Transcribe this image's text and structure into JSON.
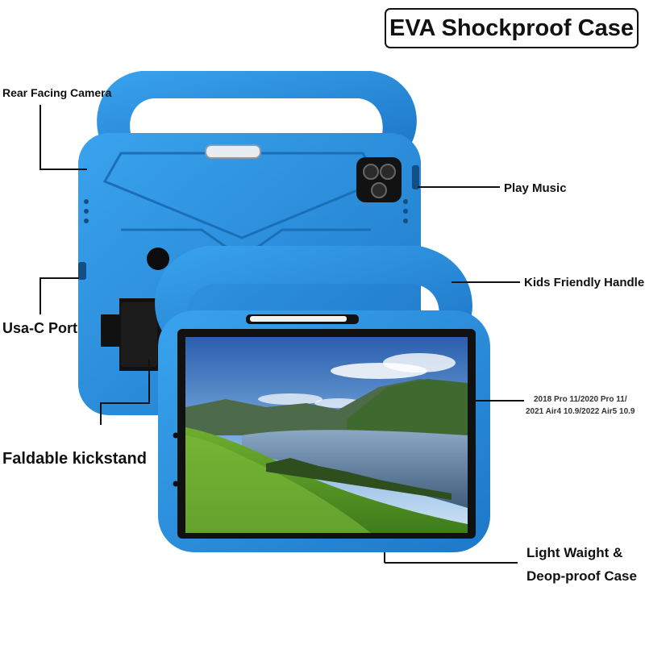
{
  "title": "EVA Shockproof Case",
  "callouts": {
    "rear_camera": "Rear Facing Camera",
    "play_music": "Play Music",
    "kids_handle": "Kids Friendly Handle",
    "usb_port": "Usa-C Port",
    "kickstand": "Faldable kickstand",
    "models_line1": "2018 Pro 11/2020 Pro 11/",
    "models_line2": "2021 Air4 10.9/2022 Air5 10.9",
    "light_line1": "Light Waight &",
    "light_line2": "Deop-proof Case"
  },
  "colors": {
    "case_blue": "#2a8fdc",
    "case_blue_dark": "#1a6fb8",
    "screen_bezel": "#111111"
  }
}
